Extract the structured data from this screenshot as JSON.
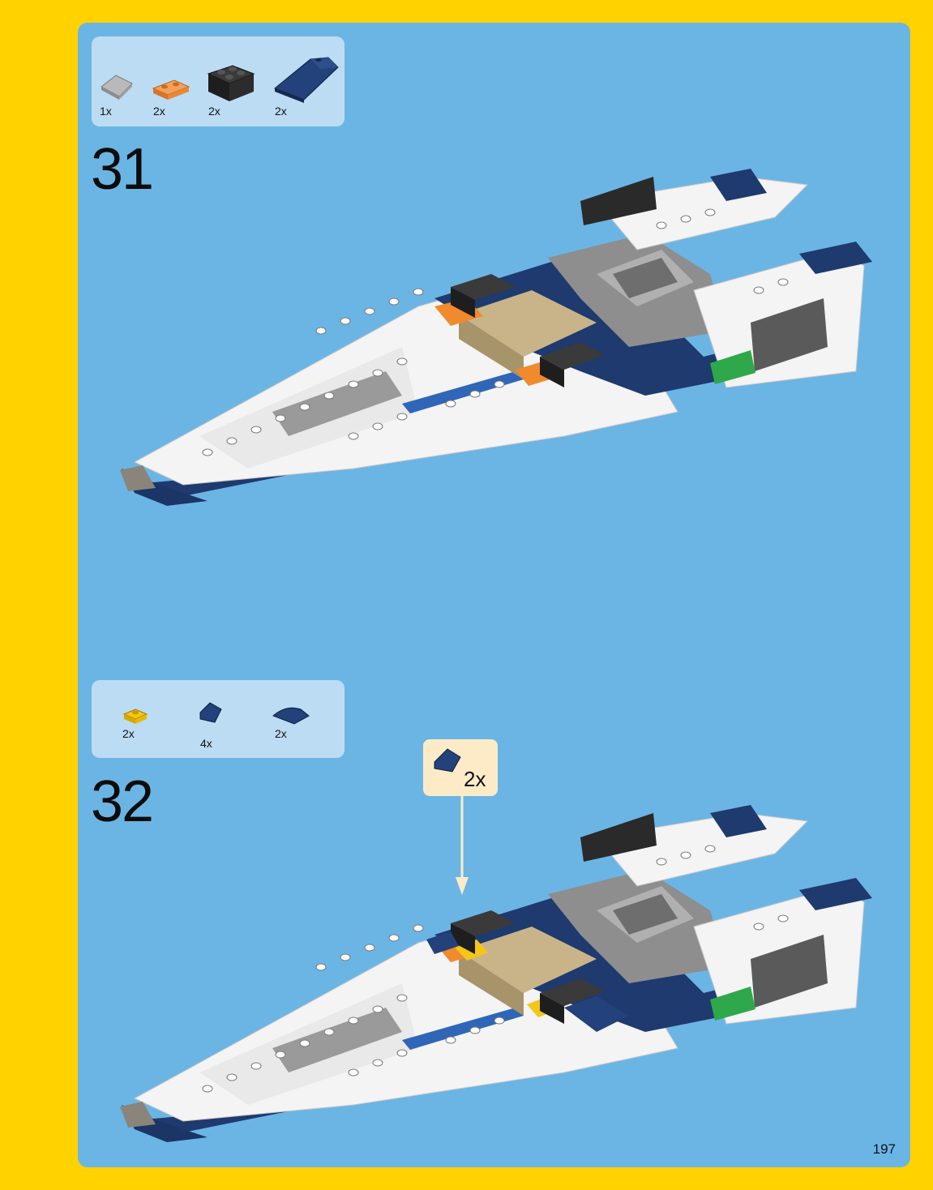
{
  "steps": [
    {
      "number": "31",
      "parts": [
        {
          "name": "slope-light-gray-icon",
          "qty": "1x"
        },
        {
          "name": "plate-1x2-orange-icon",
          "qty": "2x"
        },
        {
          "name": "brick-2x2-black-icon",
          "qty": "2x"
        },
        {
          "name": "slope-dark-blue-icon",
          "qty": "2x"
        }
      ]
    },
    {
      "number": "32",
      "parts": [
        {
          "name": "plate-1x1-yellow-icon",
          "qty": "2x"
        },
        {
          "name": "slope-1x1-dark-blue-icon",
          "qty": "4x"
        },
        {
          "name": "curved-slope-dark-blue-icon",
          "qty": "2x"
        }
      ],
      "callout": {
        "qty": "2x"
      }
    }
  ],
  "page_number": "197",
  "colors": {
    "border": "#FFD200",
    "page_background": "#6BB5E5",
    "parts_box": "#BCDCF4",
    "callout_box": "#FDEBC8",
    "dark_blue": "#1E3A6E",
    "white": "#F4F4F4",
    "tan": "#C9B48A",
    "orange": "#F08A2C",
    "black": "#2A2A2A",
    "light_gray": "#A0A0A0",
    "dark_gray": "#6E6E6E",
    "yellow": "#F5C518",
    "green": "#2EA84A"
  }
}
